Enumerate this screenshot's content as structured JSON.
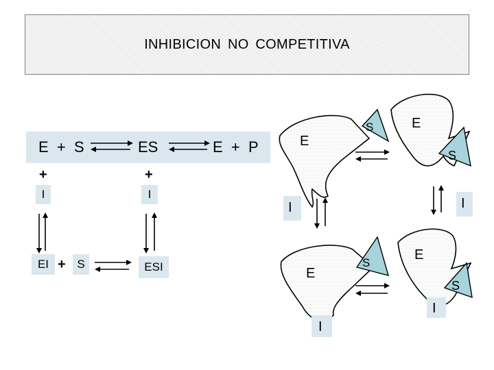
{
  "title": "INHIBICION  NO  COMPETITIVA",
  "scheme": {
    "e_plus_s": "E  +  S",
    "es": "ES",
    "e_plus_p": "E  +  P",
    "plus": "+",
    "i": "I",
    "ei": "EI",
    "s": "S",
    "esi": "ESI"
  },
  "enzymes": {
    "e": "E",
    "s": "S",
    "i": "I"
  },
  "colors": {
    "panel": "#dbe7ef",
    "substrate": "#a6d3dc",
    "inhibitor_panel": "#dbe7ef"
  }
}
